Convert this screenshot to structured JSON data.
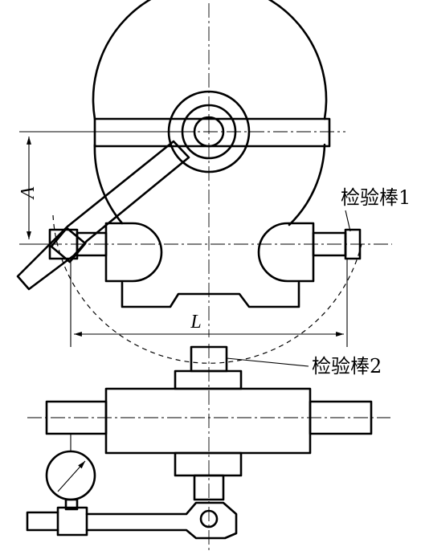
{
  "labels": {
    "test_bar_1": "检验棒1",
    "test_bar_2": "检验棒2",
    "dimension_a": "A",
    "dimension_l": "L"
  }
}
